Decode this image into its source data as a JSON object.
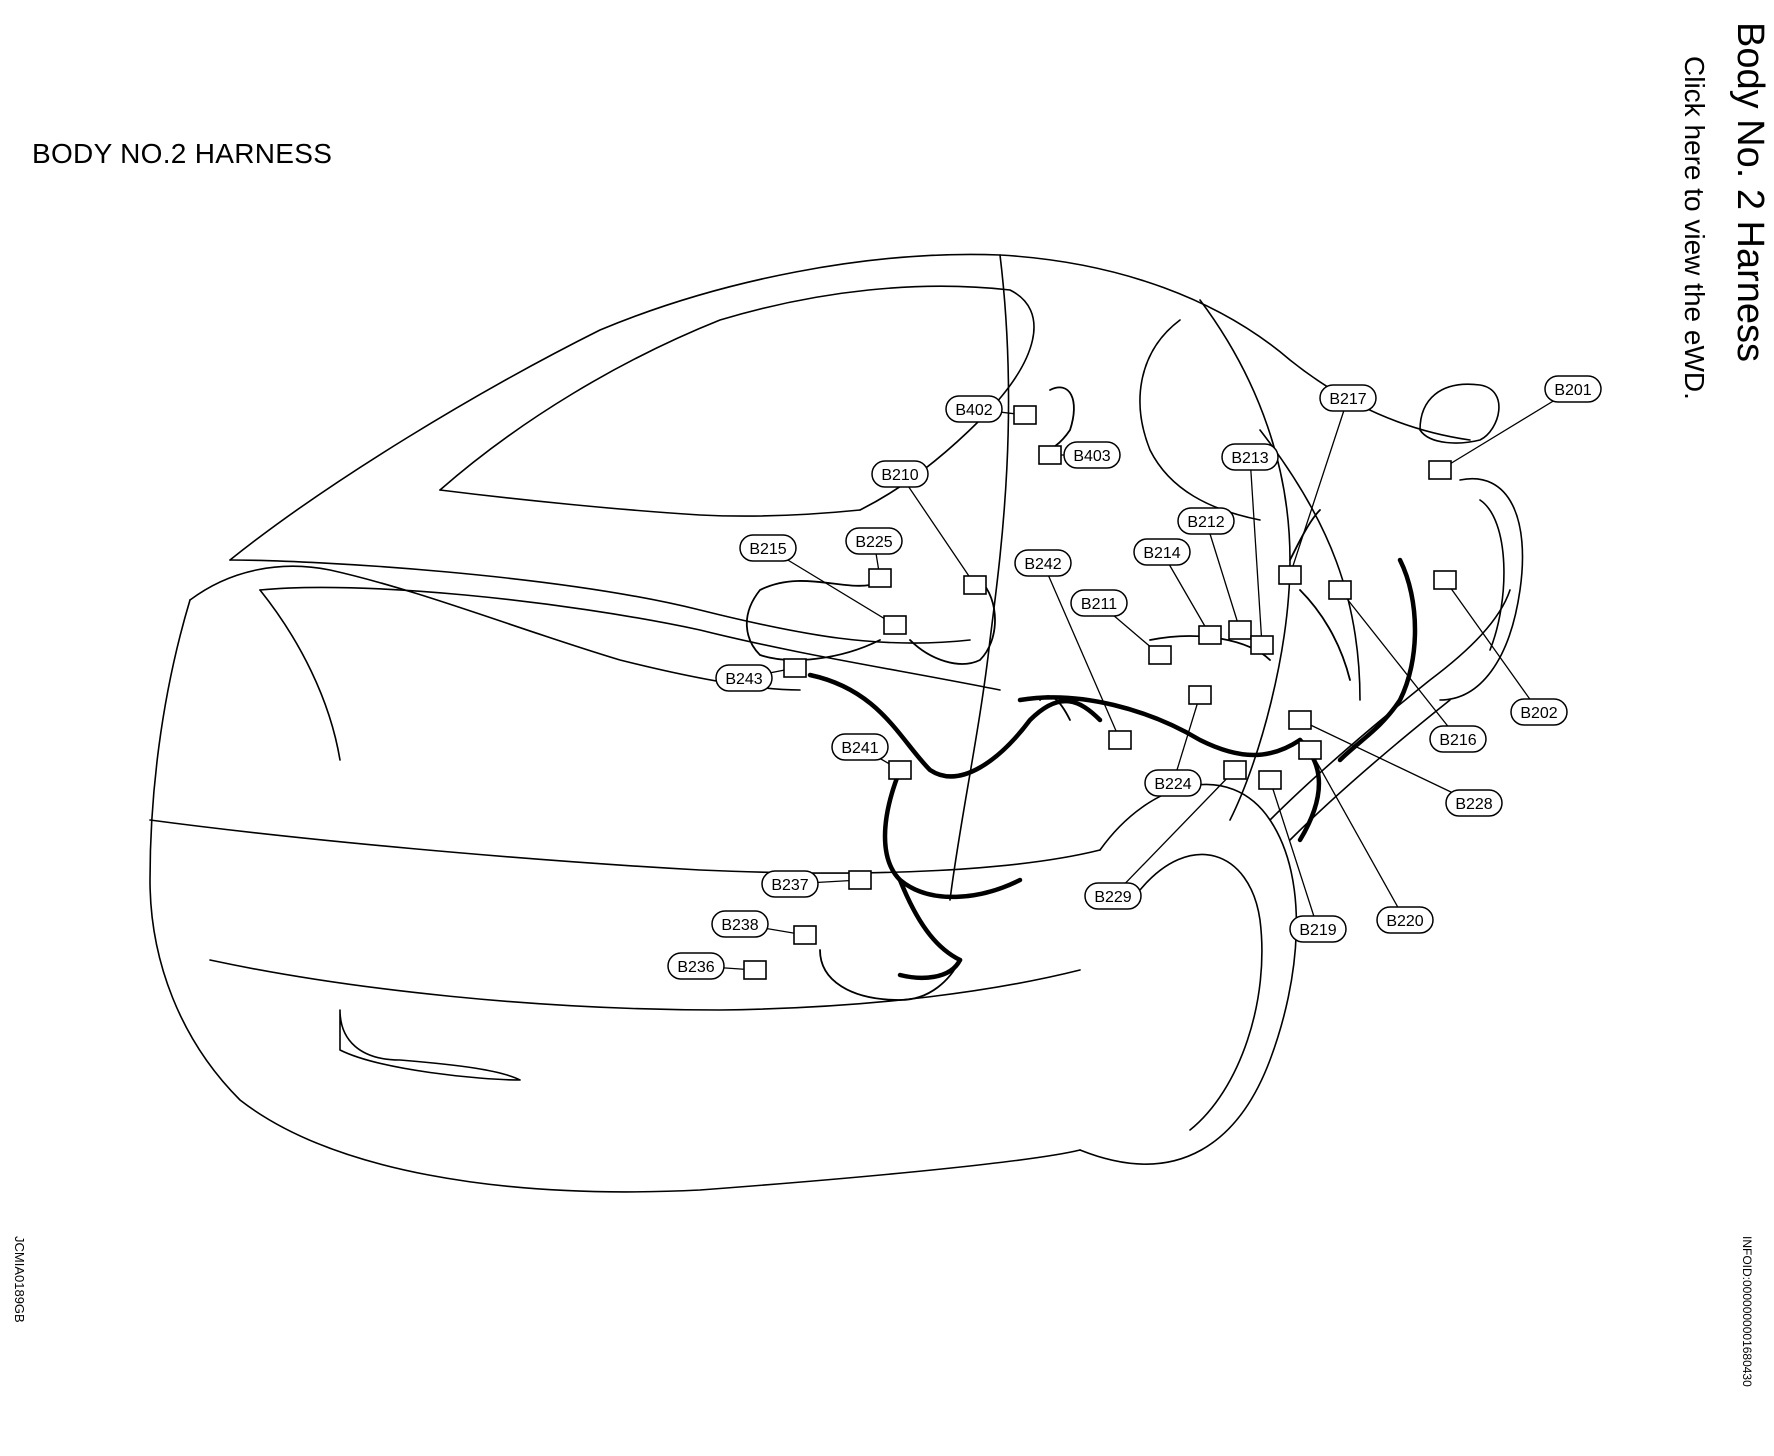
{
  "page": {
    "title": "BODY NO.2 HARNESS",
    "vertical_heading": "Body No. 2 Harness",
    "vertical_link": "Click here to view the eWD.",
    "figure_code": "JCMIA0189GB",
    "info_id": "INFOID:0000000001680430"
  },
  "connectors": [
    {
      "id": "B402",
      "label": "B402"
    },
    {
      "id": "B403",
      "label": "B403"
    },
    {
      "id": "B210",
      "label": "B210"
    },
    {
      "id": "B225",
      "label": "B225"
    },
    {
      "id": "B215",
      "label": "B215"
    },
    {
      "id": "B242",
      "label": "B242"
    },
    {
      "id": "B214",
      "label": "B214"
    },
    {
      "id": "B212",
      "label": "B212"
    },
    {
      "id": "B213",
      "label": "B213"
    },
    {
      "id": "B217",
      "label": "B217"
    },
    {
      "id": "B201",
      "label": "B201"
    },
    {
      "id": "B211",
      "label": "B211"
    },
    {
      "id": "B243",
      "label": "B243"
    },
    {
      "id": "B241",
      "label": "B241"
    },
    {
      "id": "B224",
      "label": "B224"
    },
    {
      "id": "B216",
      "label": "B216"
    },
    {
      "id": "B202",
      "label": "B202"
    },
    {
      "id": "B228",
      "label": "B228"
    },
    {
      "id": "B237",
      "label": "B237"
    },
    {
      "id": "B238",
      "label": "B238"
    },
    {
      "id": "B236",
      "label": "B236"
    },
    {
      "id": "B229",
      "label": "B229"
    },
    {
      "id": "B219",
      "label": "B219"
    },
    {
      "id": "B220",
      "label": "B220"
    }
  ]
}
